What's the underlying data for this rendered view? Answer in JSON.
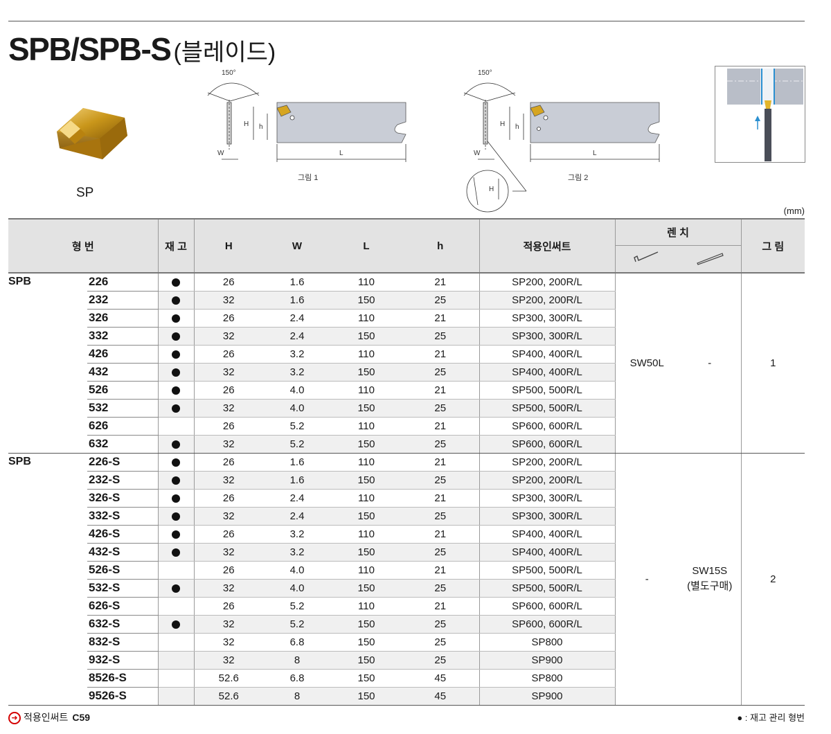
{
  "header": {
    "title_main": "SPB/SPB-S",
    "title_sub": "(블레이드)"
  },
  "insert": {
    "label": "SP"
  },
  "figures": {
    "fig1_caption": "그림 1",
    "fig2_caption": "그림 2",
    "angle": "150°",
    "dim_H": "H",
    "dim_h": "h",
    "dim_W": "W",
    "dim_L": "L"
  },
  "unit": "(mm)",
  "table": {
    "headers": {
      "model": "형  번",
      "stock": "재 고",
      "H": "H",
      "W": "W",
      "L": "L",
      "h": "h",
      "insert": "적용인써트",
      "wrench": "렌 치",
      "figure": "그 림"
    },
    "group1": {
      "series": "SPB",
      "wrench_a": "SW50L",
      "wrench_b": "-",
      "figure": "1",
      "rows": [
        {
          "model": "226",
          "stock": true,
          "H": "26",
          "W": "1.6",
          "L": "110",
          "h": "21",
          "insert": "SP200, 200R/L"
        },
        {
          "model": "232",
          "stock": true,
          "H": "32",
          "W": "1.6",
          "L": "150",
          "h": "25",
          "insert": "SP200, 200R/L"
        },
        {
          "model": "326",
          "stock": true,
          "H": "26",
          "W": "2.4",
          "L": "110",
          "h": "21",
          "insert": "SP300, 300R/L"
        },
        {
          "model": "332",
          "stock": true,
          "H": "32",
          "W": "2.4",
          "L": "150",
          "h": "25",
          "insert": "SP300, 300R/L"
        },
        {
          "model": "426",
          "stock": true,
          "H": "26",
          "W": "3.2",
          "L": "110",
          "h": "21",
          "insert": "SP400, 400R/L"
        },
        {
          "model": "432",
          "stock": true,
          "H": "32",
          "W": "3.2",
          "L": "150",
          "h": "25",
          "insert": "SP400, 400R/L"
        },
        {
          "model": "526",
          "stock": true,
          "H": "26",
          "W": "4.0",
          "L": "110",
          "h": "21",
          "insert": "SP500, 500R/L"
        },
        {
          "model": "532",
          "stock": true,
          "H": "32",
          "W": "4.0",
          "L": "150",
          "h": "25",
          "insert": "SP500, 500R/L"
        },
        {
          "model": "626",
          "stock": false,
          "H": "26",
          "W": "5.2",
          "L": "110",
          "h": "21",
          "insert": "SP600, 600R/L"
        },
        {
          "model": "632",
          "stock": true,
          "H": "32",
          "W": "5.2",
          "L": "150",
          "h": "25",
          "insert": "SP600, 600R/L"
        }
      ]
    },
    "group2": {
      "series": "SPB",
      "wrench_a": "-",
      "wrench_b": "SW15S",
      "wrench_b_note": "(별도구매)",
      "figure": "2",
      "rows": [
        {
          "model": "226-S",
          "stock": true,
          "H": "26",
          "W": "1.6",
          "L": "110",
          "h": "21",
          "insert": "SP200, 200R/L"
        },
        {
          "model": "232-S",
          "stock": true,
          "H": "32",
          "W": "1.6",
          "L": "150",
          "h": "25",
          "insert": "SP200, 200R/L"
        },
        {
          "model": "326-S",
          "stock": true,
          "H": "26",
          "W": "2.4",
          "L": "110",
          "h": "21",
          "insert": "SP300, 300R/L"
        },
        {
          "model": "332-S",
          "stock": true,
          "H": "32",
          "W": "2.4",
          "L": "150",
          "h": "25",
          "insert": "SP300, 300R/L"
        },
        {
          "model": "426-S",
          "stock": true,
          "H": "26",
          "W": "3.2",
          "L": "110",
          "h": "21",
          "insert": "SP400, 400R/L"
        },
        {
          "model": "432-S",
          "stock": true,
          "H": "32",
          "W": "3.2",
          "L": "150",
          "h": "25",
          "insert": "SP400, 400R/L"
        },
        {
          "model": "526-S",
          "stock": false,
          "H": "26",
          "W": "4.0",
          "L": "110",
          "h": "21",
          "insert": "SP500, 500R/L"
        },
        {
          "model": "532-S",
          "stock": true,
          "H": "32",
          "W": "4.0",
          "L": "150",
          "h": "25",
          "insert": "SP500, 500R/L"
        },
        {
          "model": "626-S",
          "stock": false,
          "H": "26",
          "W": "5.2",
          "L": "110",
          "h": "21",
          "insert": "SP600, 600R/L"
        },
        {
          "model": "632-S",
          "stock": true,
          "H": "32",
          "W": "5.2",
          "L": "150",
          "h": "25",
          "insert": "SP600, 600R/L"
        },
        {
          "model": "832-S",
          "stock": false,
          "H": "32",
          "W": "6.8",
          "L": "150",
          "h": "25",
          "insert": "SP800"
        },
        {
          "model": "932-S",
          "stock": false,
          "H": "32",
          "W": "8",
          "L": "150",
          "h": "25",
          "insert": "SP900"
        },
        {
          "model": "8526-S",
          "stock": false,
          "H": "52.6",
          "W": "6.8",
          "L": "150",
          "h": "45",
          "insert": "SP800"
        },
        {
          "model": "9526-S",
          "stock": false,
          "H": "52.6",
          "W": "8",
          "L": "150",
          "h": "45",
          "insert": "SP900"
        }
      ]
    }
  },
  "footer": {
    "ref_label": "적용인써트",
    "ref_page": "C59",
    "legend": "● : 재고 관리 형번"
  },
  "colors": {
    "insert_gold": "#c9961a",
    "header_bg": "#e3e3e3",
    "row_shade": "#f0f0f0",
    "ref_arrow": "#d40000"
  }
}
